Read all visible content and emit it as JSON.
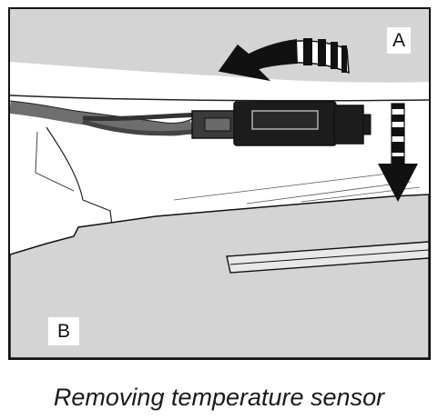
{
  "figure": {
    "label_a": "A",
    "label_b": "B",
    "caption": "Removing temperature sensor"
  },
  "colors": {
    "panel_gray": "#d4d4d4",
    "connector_dark": "#1c1c1c",
    "cable_gray": "#6e6e6e",
    "outline": "#111111"
  }
}
